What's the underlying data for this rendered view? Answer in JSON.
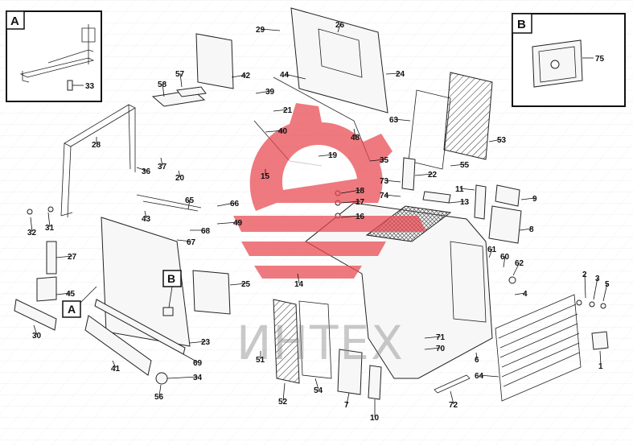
{
  "diagram": {
    "watermark_text": "ИНТЕХ",
    "detail_views": {
      "A": {
        "label": "A",
        "callouts": [
          "33"
        ]
      },
      "B": {
        "label": "B",
        "callouts": [
          "75"
        ]
      }
    },
    "view_markers": {
      "A": "A",
      "B": "B"
    },
    "callouts": [
      "26",
      "29",
      "44",
      "24",
      "42",
      "57",
      "58",
      "39",
      "21",
      "63",
      "53",
      "28",
      "40",
      "48",
      "36",
      "37",
      "19",
      "35",
      "55",
      "20",
      "15",
      "22",
      "73",
      "74",
      "18",
      "17",
      "16",
      "11",
      "9",
      "13",
      "65",
      "66",
      "49",
      "68",
      "67",
      "43",
      "32",
      "31",
      "8",
      "61",
      "60",
      "62",
      "27",
      "45",
      "25",
      "14",
      "1",
      "4",
      "2",
      "3",
      "5",
      "30",
      "71",
      "70",
      "51",
      "41",
      "69",
      "34",
      "56",
      "23",
      "52",
      "54",
      "7",
      "10",
      "72",
      "64",
      "6"
    ]
  },
  "colors": {
    "line": "#222222",
    "logo_red": "#e8474f",
    "background": "#ffffff"
  }
}
